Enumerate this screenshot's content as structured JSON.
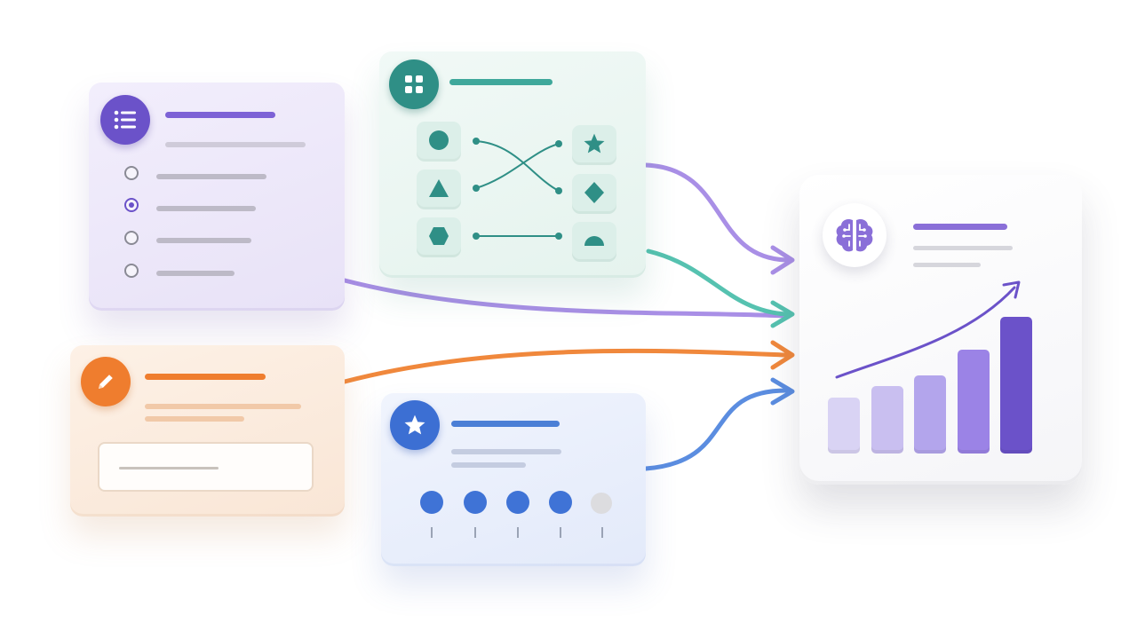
{
  "colors": {
    "purple": "#8a6fd8",
    "teal": "#3fb1a1",
    "orange": "#ef7d2e",
    "blue": "#4b7fd6",
    "dark_purple": "#6b52c9",
    "dark_teal": "#2f8f86"
  },
  "cards": {
    "options": {
      "icon": "list-icon",
      "options_count": 4,
      "selected_index": 1
    },
    "matching": {
      "icon": "grid-icon",
      "left_shapes": [
        "circle",
        "triangle",
        "hexagon"
      ],
      "right_shapes": [
        "star",
        "diamond",
        "semicircle"
      ]
    },
    "text_entry": {
      "icon": "pencil-icon"
    },
    "rating": {
      "icon": "star-icon",
      "steps": 5,
      "filled_steps": 4
    },
    "insights": {
      "icon": "brain-icon",
      "trend_icon": "trend-arrow-icon",
      "bars": [
        1,
        1.2,
        1.4,
        1.85,
        2.45
      ]
    }
  },
  "flows": [
    {
      "from": "options",
      "to": "insights",
      "color": "purple"
    },
    {
      "from": "matching",
      "to": "insights",
      "color": "purple"
    },
    {
      "from": "matching",
      "to": "insights",
      "color": "teal"
    },
    {
      "from": "text_entry",
      "to": "insights",
      "color": "orange"
    },
    {
      "from": "rating",
      "to": "insights",
      "color": "blue"
    }
  ]
}
